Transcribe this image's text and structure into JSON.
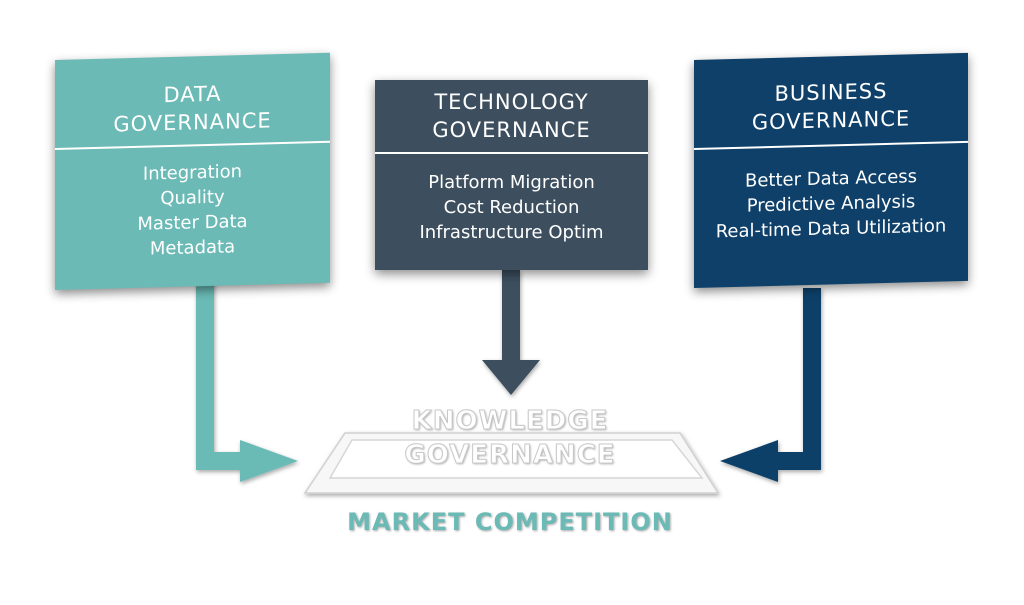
{
  "panels": {
    "data": {
      "title": [
        "DATA",
        "GOVERNANCE"
      ],
      "items": [
        "Integration",
        "Quality",
        "Master Data",
        "Metadata"
      ],
      "color": "#6bbab5"
    },
    "technology": {
      "title": [
        "TECHNOLOGY",
        "GOVERNANCE"
      ],
      "items": [
        "Platform Migration",
        "Cost Reduction",
        "Infrastructure Optim"
      ],
      "color": "#3d4f5f"
    },
    "business": {
      "title": [
        "BUSINESS",
        "GOVERNANCE"
      ],
      "items": [
        "Better Data Access",
        "Predictive Analysis",
        "Real-time Data Utilization"
      ],
      "color": "#0e4069"
    }
  },
  "center": {
    "title": [
      "KNOWLEDGE",
      "GOVERNANCE"
    ]
  },
  "footer": {
    "label": "MARKET COMPETITION",
    "color": "#6bbab5"
  }
}
